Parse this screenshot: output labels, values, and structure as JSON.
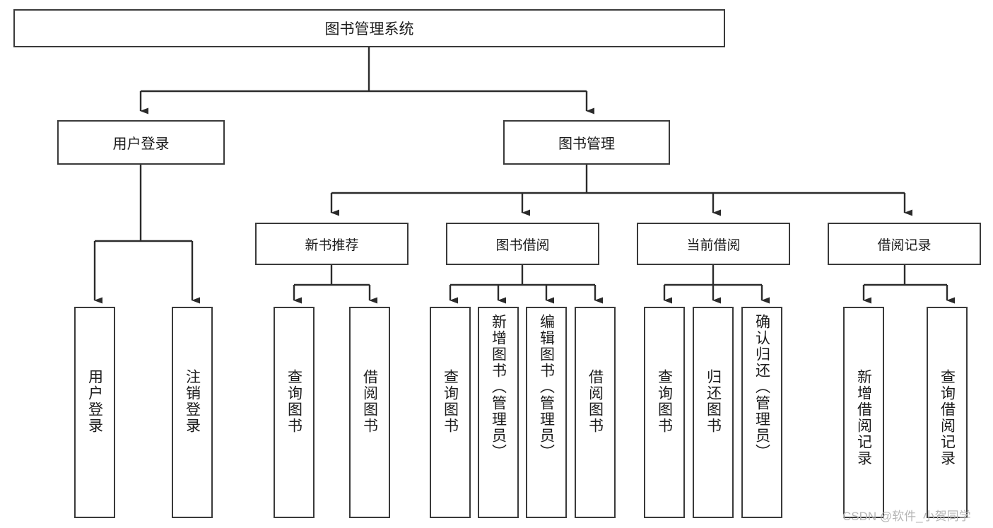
{
  "diagram": {
    "type": "tree-hierarchy",
    "title": "图书管理系统",
    "root": {
      "label": "图书管理系统"
    },
    "level2": [
      {
        "label": "用户登录"
      },
      {
        "label": "图书管理"
      }
    ],
    "level3": [
      {
        "label": "新书推荐"
      },
      {
        "label": "图书借阅"
      },
      {
        "label": "当前借阅"
      },
      {
        "label": "借阅记录"
      }
    ],
    "leaves": {
      "user_login": [
        {
          "label": "用户登录"
        },
        {
          "label": "注销登录"
        }
      ],
      "new_book_recommend": [
        {
          "label": "查询图书"
        },
        {
          "label": "借阅图书"
        }
      ],
      "book_borrow": [
        {
          "label": "查询图书"
        },
        {
          "label": "新增图书（管理员）"
        },
        {
          "label": "编辑图书（管理员）"
        },
        {
          "label": "借阅图书"
        }
      ],
      "current_borrow": [
        {
          "label": "查询图书"
        },
        {
          "label": "归还图书"
        },
        {
          "label": "确认归还（管理员）"
        }
      ],
      "borrow_record": [
        {
          "label": "新增借阅记录"
        },
        {
          "label": "查询借阅记录"
        }
      ]
    }
  },
  "watermark": {
    "text": "CSDN @软件_小贺同学"
  },
  "colors": {
    "box_border": "#3a3a3a",
    "box_fill": "#ffffff",
    "connector": "#2b2b2b",
    "text": "#1c1c1c",
    "watermark": "#b6b6b6"
  }
}
